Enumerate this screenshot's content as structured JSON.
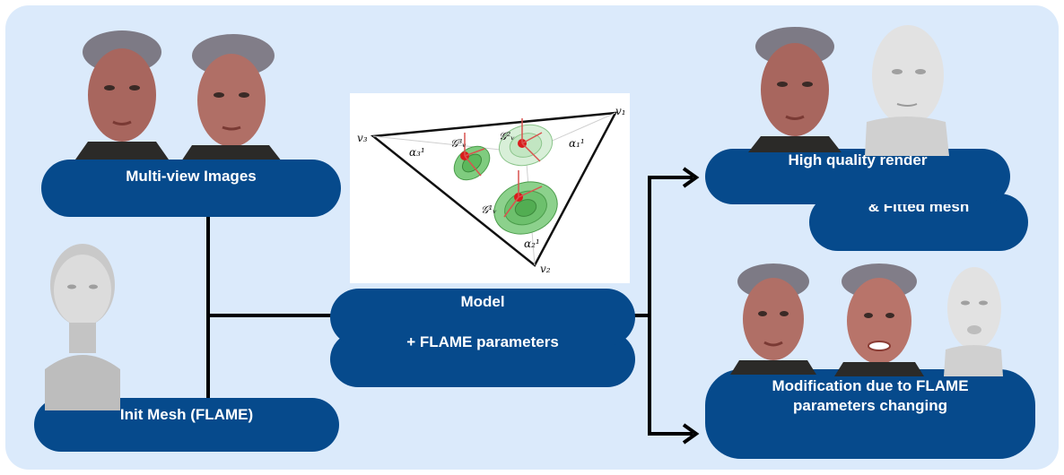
{
  "nodes": {
    "multiview": "Multi-view Images",
    "init_mesh": "Init Mesh (FLAME)",
    "model": "Model",
    "flame_params": "+ FLAME parameters",
    "render": "High quality render",
    "fitted": "& Fitted mesh",
    "modification_line1": "Modification due to FLAME",
    "modification_line2": "parameters changing"
  },
  "inset_labels": {
    "v1": "v₁",
    "v2": "v₂",
    "v3": "v₃",
    "a1": "α₁¹",
    "a2": "α₂¹",
    "a3": "α₃¹",
    "g1": "𝒢¹ᵥ",
    "g2": "𝒢²ᵥ",
    "g3": "𝒢³ᵥ"
  },
  "colors": {
    "background": "#dbeafb",
    "pill": "#064a8c",
    "arrow": "#000000",
    "gaussian_green": "#5cb85c",
    "point_red": "#d91c1c"
  }
}
